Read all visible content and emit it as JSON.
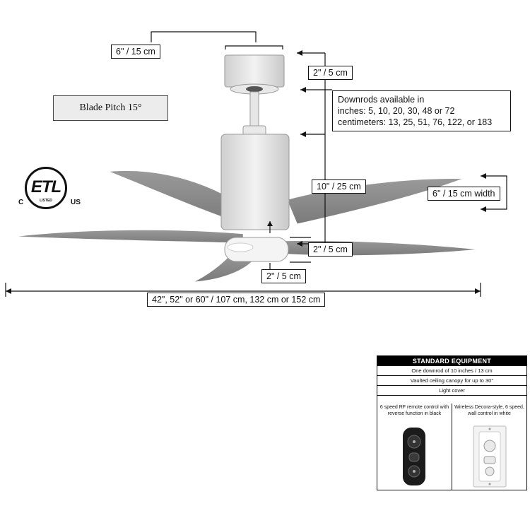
{
  "dimensions": {
    "canopy_width": "6\" / 15 cm",
    "canopy_height": "2\" / 5 cm",
    "overall_drop": "10\" / 25 cm",
    "blade_width": "6\" / 15 cm width",
    "light_height": "2\" / 5 cm",
    "light_width": "2\" / 5 cm",
    "fan_span": "42\", 52\" or 60\" / 107 cm, 132  cm or 152 cm"
  },
  "blade_pitch": "Blade Pitch 15°",
  "downrods": {
    "line1": "Downrods available in",
    "line2": "inches: 5, 10, 20, 30, 48 or 72",
    "line3": "centimeters: 13, 25, 51, 76, 122, or 183"
  },
  "certification": {
    "mark": "ETL",
    "left": "C",
    "right": "US",
    "listed": "LISTED"
  },
  "standard_equipment": {
    "title": "STANDARD EQUIPMENT",
    "items": [
      "One downrod of 10 inches / 13 cm",
      "Vaulted ceiling canopy for up to 30°",
      "Light cover"
    ],
    "remote_text": "6 speed RF remote control with reverse function in black",
    "wall_text": "Wireless Decora-style, 6 speed, wall control in white"
  },
  "colors": {
    "blade": "#8a8a8a",
    "body": "#e3e3e3",
    "line": "#111111"
  }
}
